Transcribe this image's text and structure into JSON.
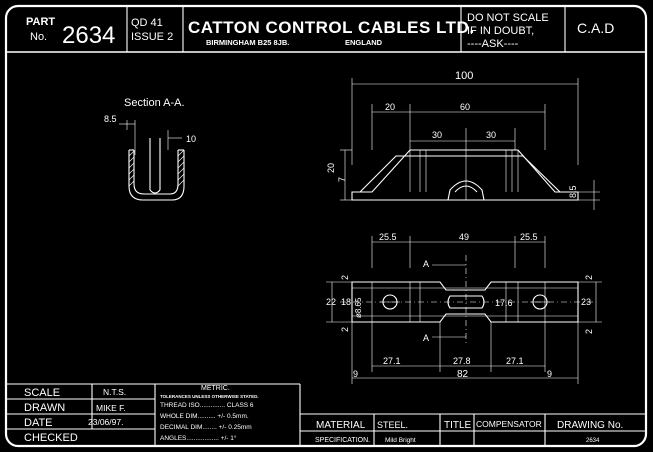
{
  "title_block": {
    "part_label": "PART",
    "no_label": "No.",
    "part_number": "2634",
    "qd": "QD 41",
    "issue": "ISSUE 2",
    "company": "CATTON CONTROL CABLES LTD.",
    "address": "BIRMINGHAM B25 8JB.",
    "country": "ENGLAND",
    "notice_1": "DO NOT SCALE",
    "notice_2": "IF IN DOUBT,",
    "notice_3": "----ASK----",
    "cad": "C.A.D"
  },
  "section_label": "Section  A-A.",
  "section_dims": {
    "left": "8.5",
    "right": "10"
  },
  "front_view": {
    "overall": "100",
    "dim_20": "20",
    "dim_60": "60",
    "dim_30a": "30",
    "dim_30b": "30",
    "dim_height": "20",
    "dim_7": "7",
    "dim_85": "8.5"
  },
  "plan_view": {
    "top_left": "25.5",
    "top_mid": "49",
    "top_right": "25.5",
    "section_a_upper": "A",
    "section_a_lower": "A",
    "left_2a": "2",
    "left_22": "22",
    "left_18": "18",
    "left_phi": "ø8.65",
    "left_2b": "2",
    "center_176": "17.6",
    "right_2a": "2",
    "right_23": "23",
    "right_2b": "2",
    "bot_271a": "27.1",
    "bot_278": "27.8",
    "bot_271b": "27.1",
    "bot_9a": "9",
    "bot_82": "82",
    "bot_9b": "9"
  },
  "bottom_block": {
    "scale_label": "SCALE",
    "scale_value": "N.T.S.",
    "drawn_label": "DRAWN",
    "drawn_value": "MIKE F.",
    "date_label": "DATE",
    "date_value": "23/06/97.",
    "checked_label": "CHECKED",
    "metric_title": "METRIC.",
    "tolerance_note": "TOLERANCES UNLESS OTHERWISE STATED.",
    "thread": "THREAD ISO.............. CLASS 6",
    "whole_dim": "WHOLE DIM.......... +/-  0.5mm.",
    "decimal_dim": "DECIMAL DIM........ +/-  0.25mm",
    "angles": "ANGLES.................. +/-  1°",
    "material_label": "MATERIAL",
    "material_value": "STEEL.",
    "title_label": "TITLE",
    "title_value": "COMPENSATOR",
    "drawing_no_label": "DRAWING No.",
    "specification_label": "SPECIFICATION.",
    "specification_value": "Mild Bright",
    "drawing_no_value": "2634"
  }
}
